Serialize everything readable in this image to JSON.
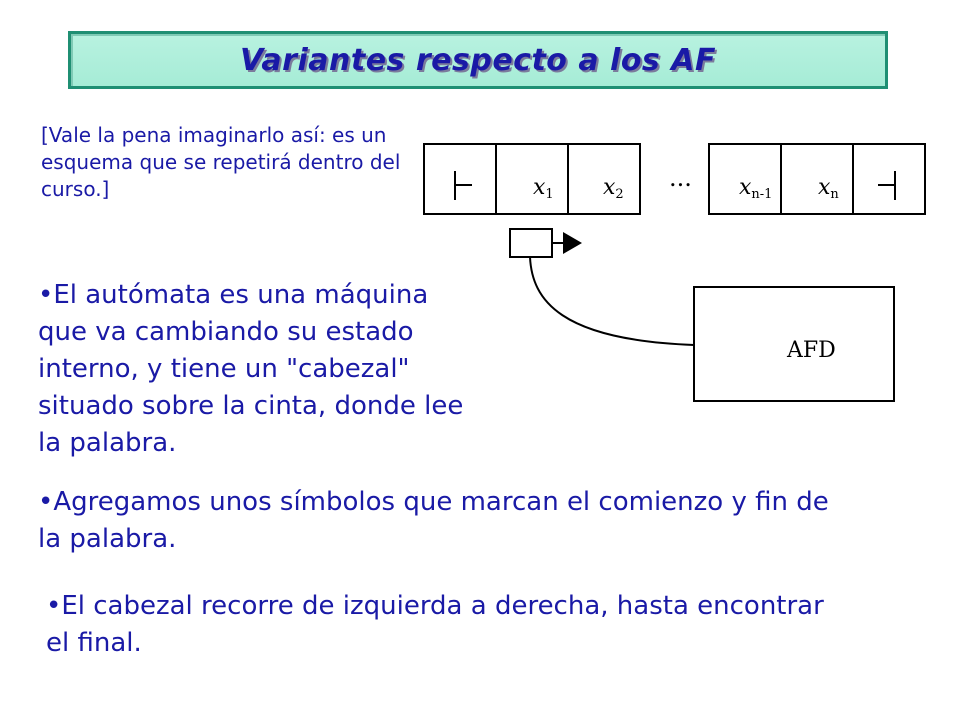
{
  "title": "Variantes respecto a los AF",
  "note": "[Vale la pena imaginarlo así: es un esquema que se repetirá dentro del curso.]",
  "bullets": [
    "•El autómata es una máquina que va cambiando su estado interno, y tiene un \"cabezal\" situado sobre la cinta, donde lee la palabra.",
    "•Agregamos unos símbolos que marcan el comienzo y fin de la palabra.",
    "•El cabezal recorre de izquierda a derecha, hasta encontrar el final."
  ],
  "tape": {
    "start_marker": "├",
    "end_marker": "┤",
    "ellipsis": "...",
    "cells": [
      {
        "base": "x",
        "sub": "1"
      },
      {
        "base": "x",
        "sub": "2"
      },
      {
        "base": "x",
        "sub": "n-1"
      },
      {
        "base": "x",
        "sub": "n"
      }
    ]
  },
  "machine_label": "AFD"
}
